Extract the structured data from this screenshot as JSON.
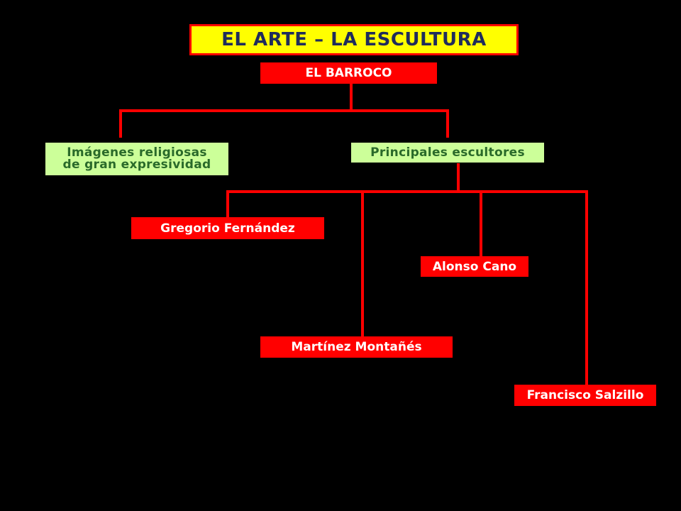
{
  "title": "EL ARTE – LA ESCULTURA",
  "period": "EL BARROCO",
  "categories": {
    "features_line1": "Imágenes religiosas",
    "features_line2": "de gran expresividad",
    "sculptors_heading": "Principales escultores"
  },
  "sculptors": [
    "Gregorio Fernández",
    "Alonso Cano",
    "Martínez Montañés",
    "Francisco Salzillo"
  ],
  "colors": {
    "background": "#000000",
    "connector": "#ff0000",
    "title_fill": "#ffff00",
    "title_text": "#1f2c5c",
    "red_box_fill": "#ff0000",
    "red_box_text": "#ffffff",
    "green_box_fill": "#ccff99",
    "green_box_text": "#2a6a2a"
  }
}
